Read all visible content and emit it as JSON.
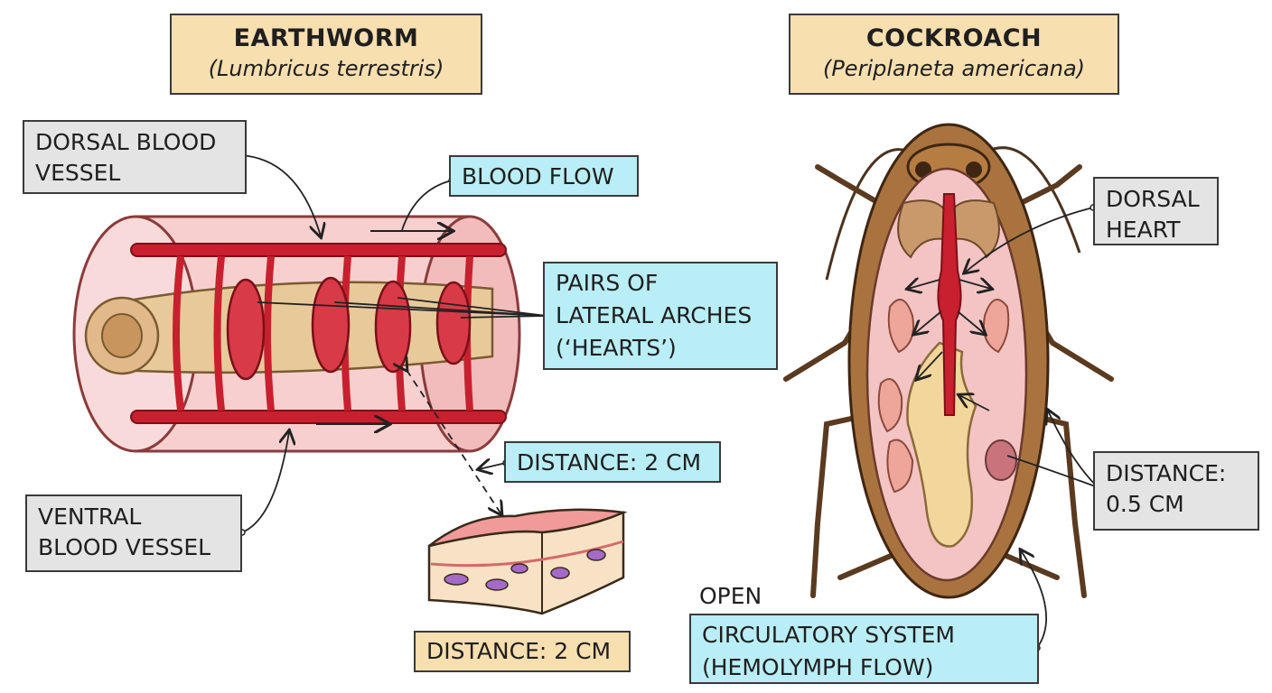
{
  "earthworm": {
    "title": "EARTHWORM",
    "species": "(Lumbricus terrestris)",
    "labels": {
      "dorsal_line1": "DORSAL BLOOD",
      "dorsal_line2": "VESSEL",
      "blood_flow": "BLOOD FLOW",
      "arches_line1": "PAIRS OF",
      "arches_line2": "LATERAL ARCHES",
      "arches_line3": "(‘HEARTS’)",
      "distance1": "DISTANCE: 2 CM",
      "ventral_line1": "VENTRAL",
      "ventral_line2": "BLOOD VESSEL",
      "distance2": "DISTANCE: 2 CM"
    }
  },
  "cockroach": {
    "title": "COCKROACH",
    "species": "(Periplaneta americana)",
    "labels": {
      "heart_line1": "DORSAL",
      "heart_line2": "HEART",
      "distance_line1": "DISTANCE:",
      "distance_line2": "0.5 CM",
      "open": "OPEN",
      "system_line1": "CIRCULATORY SYSTEM",
      "system_line2": "(HEMOLYMPH FLOW)"
    }
  },
  "colors": {
    "title_fill": "#f8dfb0",
    "grey_label": "#e4e4e4",
    "blue_label": "#b9eef6",
    "vessel_red": "#c8202e",
    "body_pink": "#f4c4c4",
    "cockroach_brown": "#a9733f"
  }
}
